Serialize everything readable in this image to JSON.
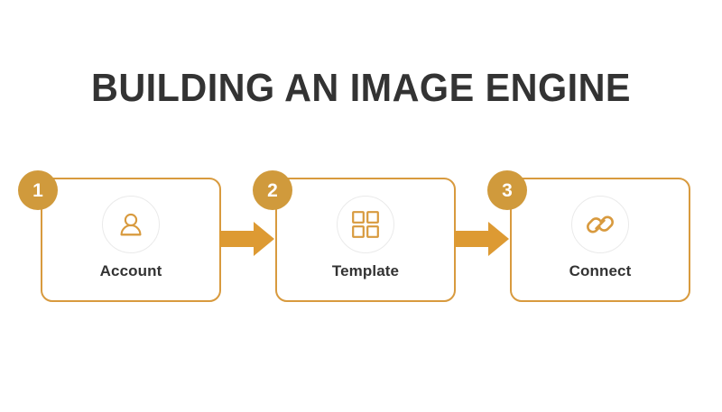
{
  "slide": {
    "title": "BUILDING AN IMAGE ENGINE",
    "background_color": "#FFFFFF"
  },
  "theme": {
    "accent_orange": "#D89A3E",
    "badge_orange": "#D09A3C",
    "arrow_orange": "#DD9A33",
    "text_dark": "#333333",
    "icon_ring_gray": "#EAEAEA"
  },
  "steps": [
    {
      "number": "1",
      "label": "Account",
      "icon": "user-icon"
    },
    {
      "number": "2",
      "label": "Template",
      "icon": "grid-2x2-icon"
    },
    {
      "number": "3",
      "label": "Connect",
      "icon": "link-chain-icon"
    }
  ],
  "connectors": [
    {
      "icon": "arrow-right-icon",
      "from": "Account",
      "to": "Template"
    },
    {
      "icon": "arrow-right-icon",
      "from": "Template",
      "to": "Connect"
    }
  ]
}
